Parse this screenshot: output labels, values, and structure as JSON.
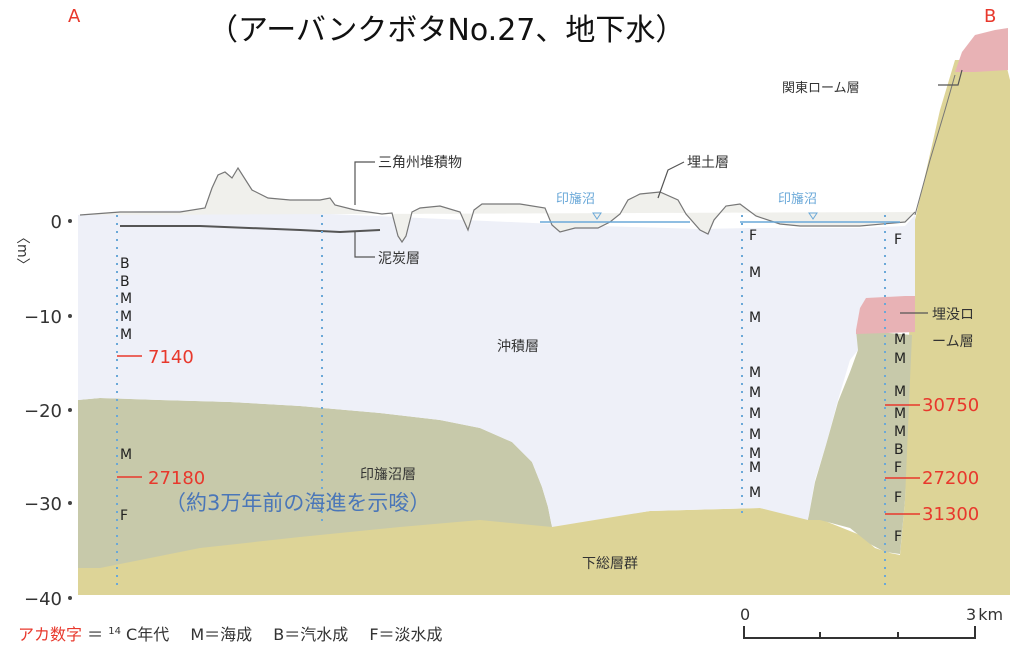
{
  "title": "（アーバンクボタNo.27、地下水）",
  "corner_left": "A",
  "corner_right": "B",
  "axis": {
    "unit": "〈m〉",
    "ticks": [
      {
        "label": "0",
        "value": 0
      },
      {
        "label": "−10",
        "value": -10
      },
      {
        "label": "−20",
        "value": -20
      },
      {
        "label": "−30",
        "value": -30
      },
      {
        "label": "−40",
        "value": -40
      }
    ]
  },
  "layers": {
    "kanto_loam": "関東ローム層",
    "delta": "三角州堆積物",
    "fill": "埋土層",
    "peat": "泥炭層",
    "buried_loam_1": "埋没ロ",
    "buried_loam_2": "ーム層",
    "alluvium": "沖積層",
    "inbanuma_layer": "印旛沼層",
    "shimosa": "下総層群",
    "inbanuma_1": "印旛沼",
    "inbanuma_2": "印旛沼"
  },
  "note": "（約3万年前の海進を示唆）",
  "boreholes": {
    "b1_letters": [
      "B",
      "B",
      "M",
      "M",
      "M"
    ],
    "b1_date_upper": "7140",
    "b1_letter_m": "M",
    "b1_date_lower": "27180",
    "b1_letter_f": "F",
    "b3_letters": [
      "F",
      "M",
      "M",
      "M",
      "M",
      "M",
      "M",
      "M",
      "M",
      "M"
    ],
    "b4_letters": [
      "F",
      "M",
      "M",
      "M",
      "M",
      "M",
      "B",
      "F",
      "F",
      "F"
    ],
    "b4_dates": [
      "30750",
      "27200",
      "31300"
    ]
  },
  "legend": {
    "red_label": "アカ数字",
    "eq1": "＝",
    "c14": "14",
    "c14_text": "C年代",
    "m": "M＝海成",
    "b": "B＝汽水成",
    "f": "F＝淡水成"
  },
  "scale": {
    "start": "0",
    "end": "3",
    "unit": "km"
  },
  "colors": {
    "red": "#e8382c",
    "blue_note": "#4a76b8",
    "alluvium": "#eef0f8",
    "inbanuma": "#c7c9aa",
    "shimosa": "#ddd497",
    "loam": "#e8b2b5",
    "borehole": "#6aa8d8"
  }
}
